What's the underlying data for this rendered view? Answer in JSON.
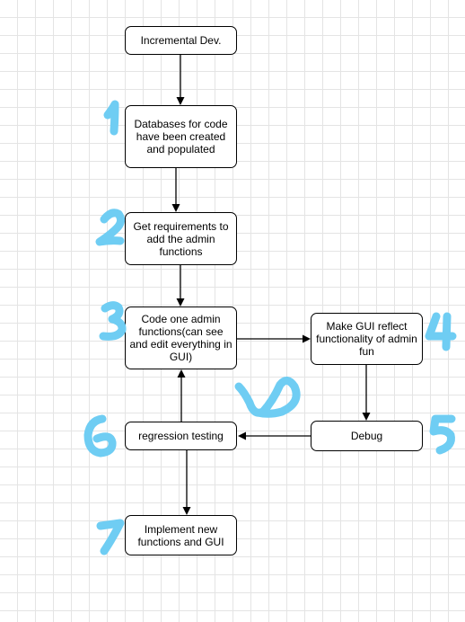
{
  "nodes": {
    "start": "Incremental Dev.",
    "databases": "Databases for code have been created and populated",
    "requirements": "Get requirements to add the admin functions",
    "code_admin": "Code one admin functions(can see and edit everything in GUI)",
    "gui_reflect": "Make GUI reflect functionality of admin fun",
    "debug": "Debug",
    "regression": "regression testing",
    "implement": "Implement new functions and GUI"
  },
  "annotations": {
    "color": "#6fcdf3",
    "style": "handwritten numerals",
    "labels": [
      "1",
      "2",
      "3",
      "4",
      "5",
      "6",
      "7"
    ]
  },
  "edges": [
    {
      "from": "start",
      "to": "databases"
    },
    {
      "from": "databases",
      "to": "requirements"
    },
    {
      "from": "requirements",
      "to": "code_admin"
    },
    {
      "from": "code_admin",
      "to": "gui_reflect"
    },
    {
      "from": "gui_reflect",
      "to": "debug"
    },
    {
      "from": "debug",
      "to": "regression"
    },
    {
      "from": "regression",
      "to": "code_admin"
    },
    {
      "from": "regression",
      "to": "implement"
    }
  ]
}
